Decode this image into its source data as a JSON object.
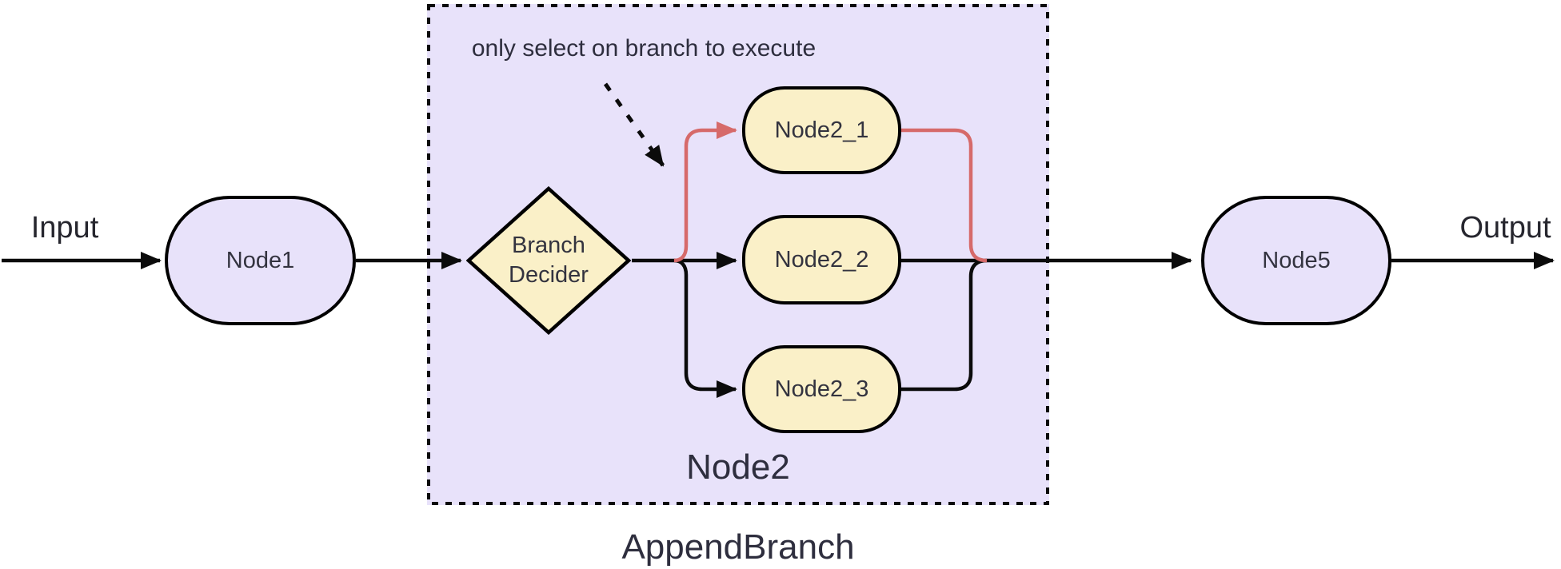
{
  "diagram": {
    "labels": {
      "input": "Input",
      "output": "Output",
      "annotation": "only select on branch to execute",
      "inner_cluster": "Node2",
      "outer_cluster": "AppendBranch"
    },
    "nodes": {
      "node1": "Node1",
      "decider": "Branch Decider",
      "node2_1": "Node2_1",
      "node2_2": "Node2_2",
      "node2_3": "Node2_3",
      "node5": "Node5"
    },
    "edges": [
      {
        "from": "Input",
        "to": "Node1",
        "style": "solid",
        "color": "black"
      },
      {
        "from": "Node1",
        "to": "Branch Decider",
        "style": "solid",
        "color": "black"
      },
      {
        "from": "Branch Decider",
        "to": "Node2_1",
        "style": "solid",
        "color": "red",
        "note": "selected branch"
      },
      {
        "from": "Branch Decider",
        "to": "Node2_2",
        "style": "solid",
        "color": "black"
      },
      {
        "from": "Branch Decider",
        "to": "Node2_3",
        "style": "solid",
        "color": "black"
      },
      {
        "from": "Node2_1",
        "to": "Node5",
        "style": "solid",
        "color": "red",
        "note": "selected branch"
      },
      {
        "from": "Node2_2",
        "to": "Node5",
        "style": "solid",
        "color": "black"
      },
      {
        "from": "Node2_3",
        "to": "Node5",
        "style": "solid",
        "color": "black"
      },
      {
        "from": "Node5",
        "to": "Output",
        "style": "solid",
        "color": "black"
      },
      {
        "from": "annotation",
        "to": "selected branch line",
        "style": "dashed",
        "color": "black"
      }
    ],
    "colors": {
      "lavender_fill": "#E8E2FA",
      "yellow_fill": "#FAF0C8",
      "red_edge": "#D66A6A",
      "black_edge": "#0B0B0B",
      "text": "#2E2E3E"
    }
  }
}
